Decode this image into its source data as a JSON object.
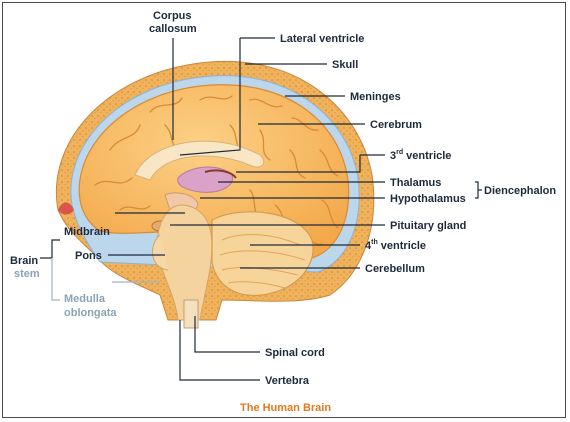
{
  "labels": {
    "corpus_callosum_1": "Corpus",
    "corpus_callosum_2": "callosum",
    "lateral_ventricle": "Lateral ventricle",
    "skull": "Skull",
    "meninges": "Meninges",
    "cerebrum": "Cerebrum",
    "third_ventricle_num": "3",
    "third_ventricle_sup": "rd",
    "third_ventricle_text": " ventricle",
    "thalamus": "Thalamus",
    "hypothalamus": "Hypothalamus",
    "diencephalon": "Diencephalon",
    "pituitary_gland": "Pituitary gland",
    "fourth_ventricle_num": "4",
    "fourth_ventricle_sup": "th",
    "fourth_ventricle_text": " ventricle",
    "cerebellum": "Cerebellum",
    "midbrain": "Midbrain",
    "pons": "Pons",
    "brain_stem_1": "Brain",
    "brain_stem_2": "stem",
    "medulla_1": "Medulla",
    "medulla_2": "oblongata",
    "spinal_cord": "Spinal cord",
    "vertebra": "Vertebra"
  },
  "caption": "The Human Brain",
  "colors": {
    "skull": "#f1b55a",
    "meninges": "#b9d4ea",
    "cerebrum": "#f6b85f",
    "cerebellum": "#f7d49a",
    "brainstem": "#f5d39e",
    "label": "#1d2a3a",
    "caption": "#e07a1f"
  }
}
